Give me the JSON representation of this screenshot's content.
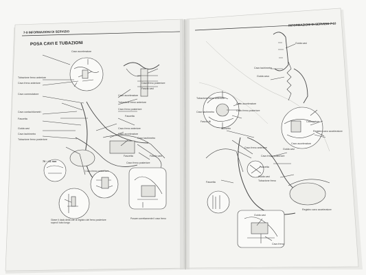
{
  "left_page": {
    "header": "7-9 INFORMAZIONI DI SERVIZIO",
    "section_title": "POSA CAVI E TUBAZIONI",
    "labels": {
      "a": "Cavo acceleratore",
      "b": "Tubazione freno anteriore",
      "c": "Cavo freno anteriore",
      "d": "Cavo commutatore",
      "e": "Cavo contachilometri",
      "f": "Fascetta",
      "g": "Guida cavi",
      "h": "Cavo tachimetro",
      "i": "Tubazione freno posteriore",
      "j": "Cavo freno posteriore",
      "k": "Fascio cavi",
      "l": "Cavo acceleratore",
      "m": "Tubazione freno anteriore",
      "n": "Cavo freno posteriore",
      "o": "Fascetta",
      "p": "Cavo freno anteriore",
      "q": "Cavo acceleratore",
      "r": "Cavo tachimetro",
      "s": "Fascio cavi",
      "t": "Cavo freno posteriore",
      "u": "Fascetta",
      "v": "70 ~ 11 mm",
      "w": "Cavo freno posteriore"
    },
    "note_bottom_left": "Girare il dado della vite di registro del freno posteriore sopra il tubo lungo",
    "note_bottom_right": "Posare correttamente il cavo freno"
  },
  "right_page": {
    "header": "INFORMAZIONI DI SERVIZIO 7-10",
    "labels": {
      "a": "Guida cavi",
      "b": "Cavo tachimetro",
      "c": "Guida cavo",
      "d": "Tubazione freno anteriore",
      "e": "Cavo acceleratore",
      "f": "Cavo tachimetro",
      "g": "Cavo freno posteriore",
      "h": "Fascio fili",
      "i": "Morsetto",
      "j": "Carburatore",
      "k": "Registro cavo acceleratore",
      "l": "Cavo freno anteriore",
      "m": "Cavo freno posteriore",
      "n": "Cavo acceleratore",
      "o": "Guida cavi",
      "p": "Fascetta",
      "q": "Guida cavi",
      "r": "Tubazione freno",
      "s": "Fascetta",
      "t": "Registro cavo acceleratore",
      "u": "Guida cavi",
      "v": "Cavo freno"
    }
  }
}
